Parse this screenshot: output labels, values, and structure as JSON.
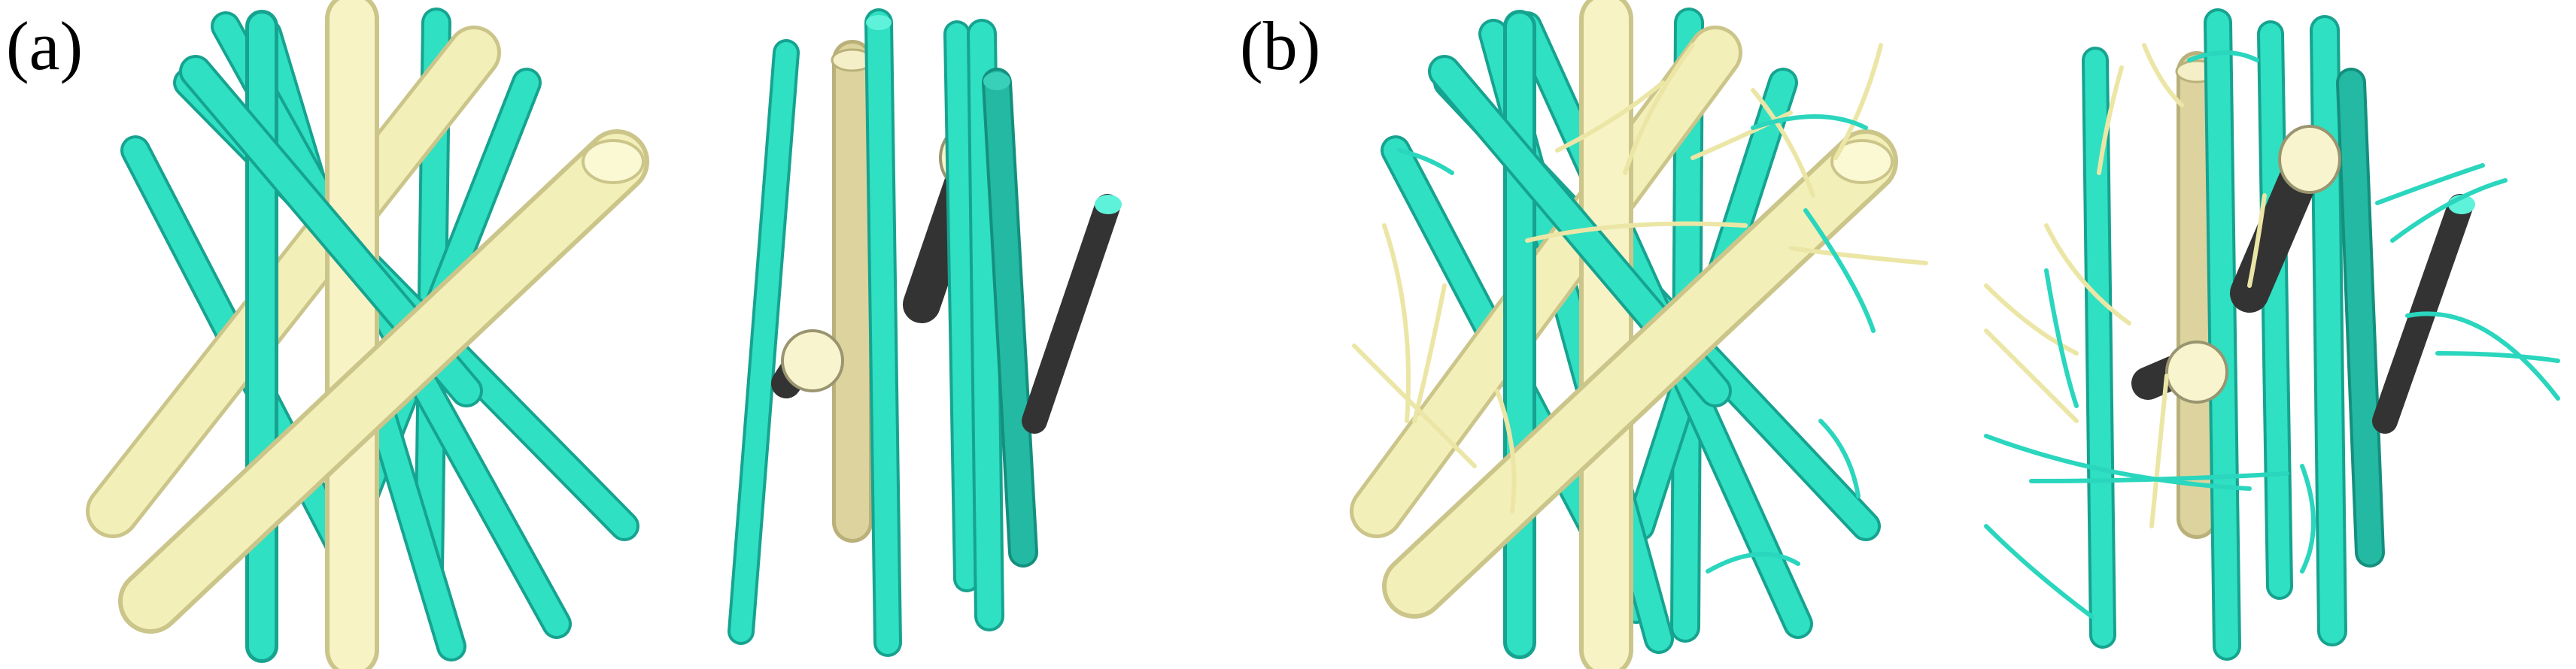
{
  "figure": {
    "panels": [
      {
        "id": "a",
        "label": "(a)",
        "views": [
          "perspective",
          "side"
        ],
        "branches": false
      },
      {
        "id": "b",
        "label": "(b)",
        "views": [
          "perspective",
          "side"
        ],
        "branches": true
      }
    ]
  },
  "colors": {
    "cyan_fiber": "#2fe0c2",
    "cyan_fiber_shade": "#17a893",
    "cyan_fiber_highlight": "#8ff5e5",
    "cream_fiber": "#f3efb8",
    "cream_fiber_shade": "#c9c48a",
    "tan_fiber": "#ddd39e",
    "dark_fiber": "#3d3d3d",
    "branch_cream": "#ece6a6",
    "branch_cyan": "#2ad6bd",
    "background": "#ffffff"
  }
}
